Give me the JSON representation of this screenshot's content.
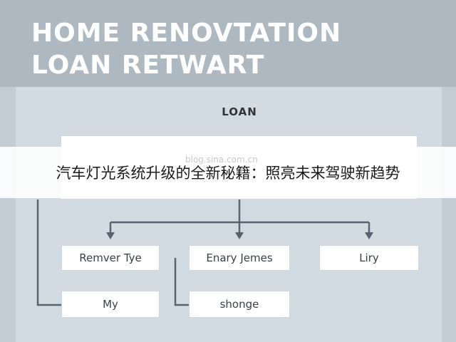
{
  "header": {
    "title_line1": "HOME RENOVTATION",
    "title_line2": "LOAN RETWART"
  },
  "diagram": {
    "root_label": "LOAN",
    "nodes": {
      "remver": "Remver Tye",
      "enary": "Enary Jemes",
      "liry": "Liry",
      "my": "My",
      "shonge": "shonge"
    }
  },
  "banner": {
    "text": "汽车灯光系统升级的全新秘籍：照亮未来驾驶新趋势",
    "watermark": "blog.sina.com.cn"
  },
  "colors": {
    "header_bg": "#aeb8c1",
    "diagram_bg": "#d3dbe2",
    "connector": "#5a6470"
  }
}
